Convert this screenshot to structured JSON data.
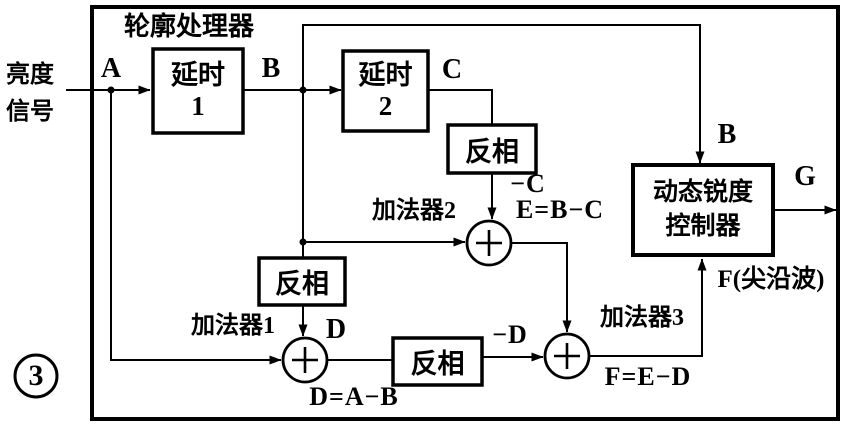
{
  "figure": {
    "number": "3"
  },
  "diagram": {
    "input_signal": {
      "line1": "亮度",
      "line2": "信号"
    },
    "title": "轮廓处理器",
    "blocks": {
      "delay1": {
        "line1": "延时",
        "line2": "1"
      },
      "delay2": {
        "line1": "延时",
        "line2": "2"
      },
      "invert1": {
        "label": "反相"
      },
      "invert2": {
        "label": "反相"
      },
      "invert3": {
        "label": "反相"
      },
      "controller": {
        "line1": "动态锐度",
        "line2": "控制器"
      }
    },
    "adders": {
      "adder1": {
        "label": "加法器1"
      },
      "adder2": {
        "label": "加法器2"
      },
      "adder3": {
        "label": "加法器3"
      }
    },
    "signals": {
      "a": "A",
      "b": "B",
      "c": "C",
      "d": "D",
      "b_feedback": "B",
      "g": "G",
      "minus_c": "−C",
      "minus_d": "−D",
      "f_annotation": "F(尖沿波)"
    },
    "equations": {
      "e": "E=B−C",
      "d": "D=A−B",
      "f": "F=E−D"
    },
    "colors": {
      "ink": "#000000",
      "background": "#ffffff"
    }
  }
}
